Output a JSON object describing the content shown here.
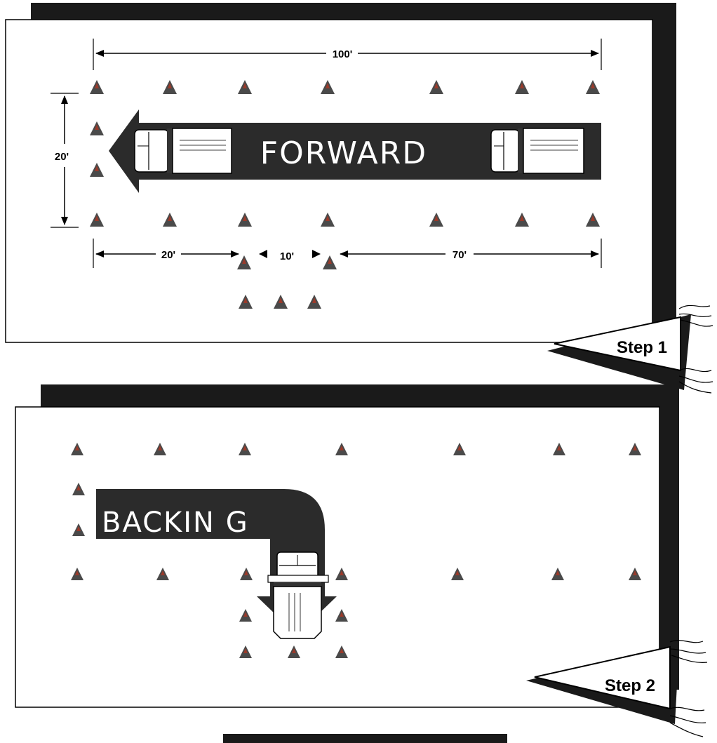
{
  "panels": [
    {
      "id": "step1",
      "banner": "Step 1",
      "direction_label": "FORWARD",
      "dimensions": {
        "total_length": "100'",
        "lane_width": "20'",
        "entry_offset": "20'",
        "gap": "10'",
        "remaining": "70'"
      }
    },
    {
      "id": "step2",
      "banner": "Step 2",
      "direction_label": "BACKIN G"
    }
  ],
  "colors": {
    "shadow": "#1a1a1a",
    "arrow": "#2b2b2b",
    "cone": "#4a4a4a",
    "cone_tip": "#9a3a2a",
    "line": "#000000"
  },
  "icons": [
    "cone-icon",
    "truck-icon",
    "pennant-flag-icon",
    "dimension-arrow-icon"
  ]
}
